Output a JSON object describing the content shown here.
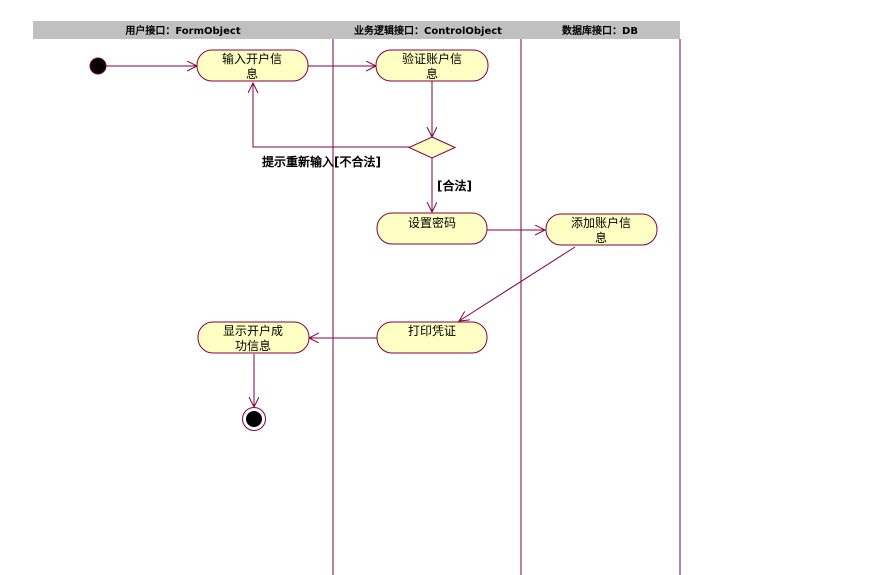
{
  "swimlanes": [
    {
      "id": "user",
      "label": "用户接口：FormObject"
    },
    {
      "id": "logic",
      "label": "业务逻辑接口：ControlObject"
    },
    {
      "id": "db",
      "label": "数据库接口：DB"
    }
  ],
  "activities": {
    "input_info": [
      "输入开户信",
      "息"
    ],
    "verify_account": [
      "验证账户信",
      "息"
    ],
    "set_password": [
      "设置密码"
    ],
    "add_account": [
      "添加账户信",
      "息"
    ],
    "print_voucher": [
      "打印凭证"
    ],
    "show_success": [
      "显示开户成",
      "功信息"
    ]
  },
  "guards": {
    "invalid": "提示重新输入[不合法]",
    "valid": "[合法]"
  },
  "colors": {
    "header_bg": "#c0c0c0",
    "lane_line": "#800040",
    "activity_fill": "#ffffc4",
    "flow_line": "#800040",
    "node_fill": "#000000"
  }
}
